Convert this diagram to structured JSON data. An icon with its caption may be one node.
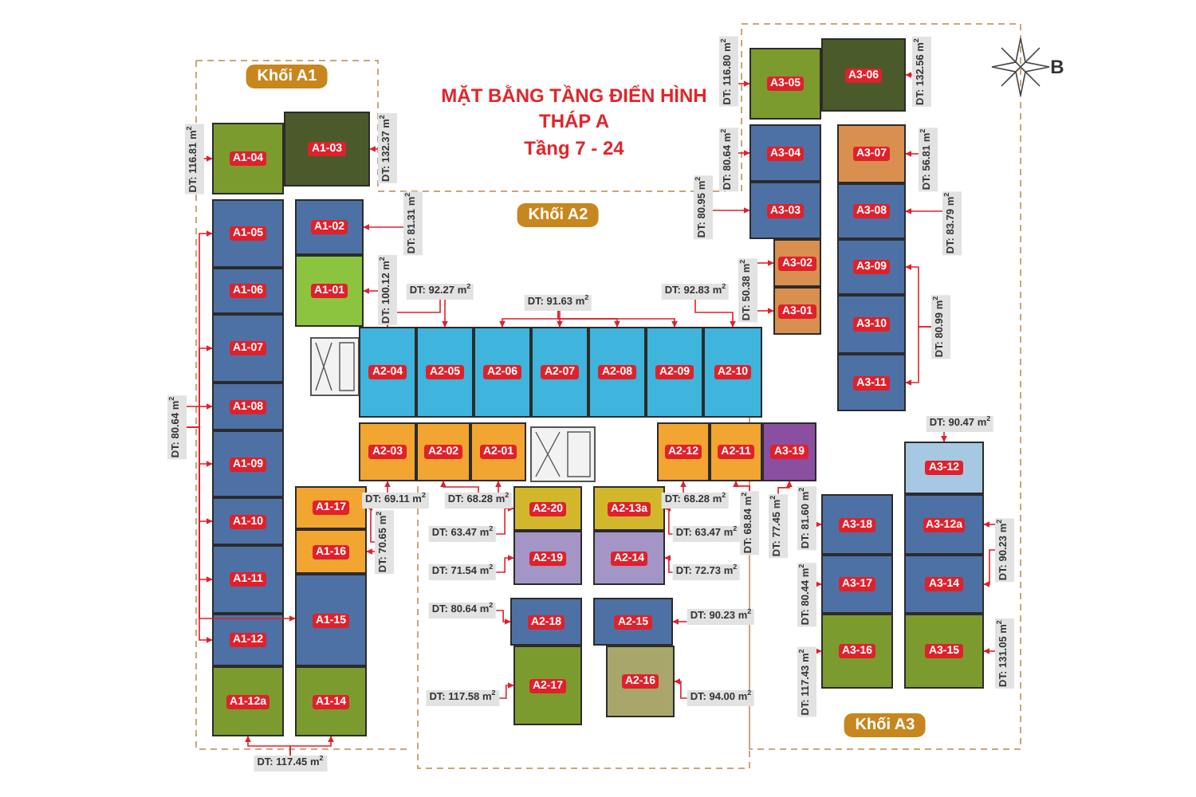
{
  "diagram": {
    "title": "MẶT BẰNG TẦNG ĐIỂN HÌNH THÁP A",
    "nodes": [
      {
        "text": [
          "A1-04"
        ]
      },
      {
        "text": [
          "A1-03"
        ]
      },
      {
        "text": [
          "A1-05"
        ]
      },
      {
        "text": [
          "A1-02"
        ]
      },
      {
        "text": [
          "A1-06"
        ]
      },
      {
        "text": [
          "A1-01"
        ]
      },
      {
        "text": [
          "A1-07"
        ]
      },
      {
        "text": [
          "A1-08"
        ]
      },
      {
        "text": [
          "A1-09"
        ]
      },
      {
        "text": [
          "A1-17"
        ]
      },
      {
        "text": [
          "A1-10"
        ]
      },
      {
        "text": [
          "A1-16"
        ]
      },
      {
        "text": [
          "A1-11"
        ]
      },
      {
        "text": [
          "A1-12"
        ]
      },
      {
        "text": [
          "A1-15"
        ]
      },
      {
        "text": [
          "A1-12a"
        ]
      },
      {
        "text": [
          "A1-14"
        ]
      },
      {
        "text": [
          "DT: 116.81 m$^{2}$"
        ]
      },
      {
        "text": [
          "DT: 132.37 m$^{2}$"
        ]
      },
      {
        "text": [
          "DT: 81.31 m$^{2}$"
        ]
      },
      {
        "text": [
          "DT: 100.12 m$^{2}$"
        ]
      },
      {
        "text": [
          "DT: 80.64 m$^{2}$"
        ]
      },
      {
        "text": [
          "DT: 70.65 m$^{2}$"
        ]
      },
      {
        "text": [
          "DT: 117.45 m$^{2}$"
        ]
      },
      {
        "text": [
          "A2-04"
        ]
      },
      {
        "text": [
          "A2-05"
        ]
      },
      {
        "text": [
          "A2-06"
        ]
      },
      {
        "text": [
          "A2-07"
        ]
      },
      {
        "text": [
          "A2-08"
        ]
      },
      {
        "text": [
          "A2-09"
        ]
      },
      {
        "text": [
          "A2-10"
        ]
      },
      {
        "text": [
          "DT: 92.27 m$^{2}$"
        ]
      },
      {
        "text": [
          "DT: 91.63 m$^{2}$"
        ]
      },
      {
        "text": [
          "DT: 92.83 m$^{2}$"
        ]
      },
      {
        "text": [
          "A2-03"
        ]
      },
      {
        "text": [
          "A2-02"
        ]
      },
      {
        "text": [
          "A2-01"
        ]
      },
      {
        "text": [
          "A2-12"
        ]
      },
      {
        "text": [
          "A2-11"
        ]
      },
      {
        "text": [
          "A3-19"
        ]
      },
      {
        "text": [
          "DT: 69.11 m$^{2}$"
        ]
      },
      {
        "text": [
          "DT: 68.28 m$^{2}$"
        ]
      },
      {
        "text": [
          "DT: 68.28 m$^{2}$"
        ]
      },
      {
        "text": [
          "DT: 68.84 m$^{2}$"
        ]
      },
      {
        "text": [
          "DT: 77.45 m$^{2}$"
        ]
      },
      {
        "text": [
          "A2-20"
        ]
      },
      {
        "text": [
          "A2-13a"
        ]
      },
      {
        "text": [
          "A2-19"
        ]
      },
      {
        "text": [
          "A2-14"
        ]
      },
      {
        "text": [
          "A2-18"
        ]
      },
      {
        "text": [
          "A2-15"
        ]
      },
      {
        "text": [
          "A2-17"
        ]
      },
      {
        "text": [
          "A2-16"
        ]
      },
      {
        "text": [
          "DT: 63.47 m$^{2}$"
        ]
      },
      {
        "text": [
          "DT: 63.47 m$^{2}$"
        ]
      },
      {
        "text": [
          "DT: 71.54 m$^{2}$"
        ]
      },
      {
        "text": [
          "DT: 72.73 m$^{2}$"
        ]
      },
      {
        "text": [
          "DT: 80.64 m$^{2}$"
        ]
      },
      {
        "text": [
          "DT: 90.23 m$^{2}$"
        ]
      },
      {
        "text": [
          "DT: 117.58 m$^{2}$"
        ]
      },
      {
        "text": [
          "DT: 94.00 m$^{2}$"
        ]
      },
      {
        "text": [
          "A3-05"
        ]
      },
      {
        "text": [
          "A3-06"
        ]
      },
      {
        "text": [
          "A3-04"
        ]
      },
      {
        "text": [
          "A3-07"
        ]
      },
      {
        "text": [
          "A3-03"
        ]
      },
      {
        "text": [
          "A3-08"
        ]
      },
      {
        "text": [
          "A3-02"
        ]
      },
      {
        "text": [
          "A3-09"
        ]
      },
      {
        "text": [
          "A3-01"
        ]
      },
      {
        "text": [
          "A3-10"
        ]
      },
      {
        "text": [
          "A3-11"
        ]
      },
      {
        "text": [
          "DT: 116.80 m$^{2}$"
        ]
      },
      {
        "text": [
          "DT: 132.56 m$^{2}$"
        ]
      },
      {
        "text": [
          "DT: 80.64 m$^{2}$"
        ]
      },
      {
        "text": [
          "DT: 56.81 m$^{2}$"
        ]
      },
      {
        "text": [
          "DT: 80.95 m$^{2}$"
        ]
      },
      {
        "text": [
          "DT: 83.79 m$^{2}$"
        ]
      },
      {
        "text": [
          "DT: 50.38 m$^{2}$"
        ]
      },
      {
        "text": [
          "DT: 80.99 m$^{2}$"
        ]
      },
      {
        "text": [
          "A3-12"
        ]
      },
      {
        "text": [
          "A3-18"
        ]
      },
      {
        "text": [
          "A3-12a"
        ]
      },
      {
        "text": [
          "A3-17"
        ]
      },
      {
        "text": [
          "A3-14"
        ]
      },
      {
        "text": [
          "A3-16"
        ]
      },
      {
        "text": [
          "A3-15"
        ]
      },
      {
        "text": [
          "DT: 90.47 m$^{2}$"
        ]
      },
      {
        "text": [
          "DT: 81.60 m$^{2}$"
        ]
      },
      {
        "text": [
          "DT: 80.44 m$^{2}$"
        ]
      },
      {
        "text": [
          "DT: 117.43 m$^{2}$"
        ]
      },
      {
        "text": [
          "DT: 90.23 m$^{2}$"
        ]
      },
      {
        "text": [
          "DT: 131.05 m$^{2}$"
        ]
      }
    ],
    "edges": [
      {
        "from": 17,
        "to": 0,
        "arrow": "to"
      },
      {
        "from": 18,
        "to": 1,
        "arrow": "to"
      },
      {
        "from": 19,
        "to": 3,
        "arrow": "to"
      },
      {
        "from": 20,
        "to": 5,
        "arrow": "to"
      },
      {
        "from": 21,
        "to": 2,
        "arrow": "to"
      },
      {
        "from": 21,
        "to": 6,
        "arrow": "to"
      },
      {
        "from": 21,
        "to": 7,
        "arrow": "to"
      },
      {
        "from": 21,
        "to": 8,
        "arrow": "to"
      },
      {
        "from": 21,
        "to": 10,
        "arrow": "to"
      },
      {
        "from": 21,
        "to": 12,
        "arrow": "to"
      },
      {
        "from": 21,
        "to": 13,
        "arrow": "to"
      },
      {
        "from": 21,
        "to": 14,
        "arrow": "to"
      },
      {
        "from": 22,
        "to": 9,
        "arrow": "to"
      },
      {
        "from": 22,
        "to": 11,
        "arrow": "to"
      },
      {
        "from": 23,
        "to": 15,
        "arrow": "to"
      },
      {
        "from": 23,
        "to": 16,
        "arrow": "to"
      },
      {
        "from": 31,
        "to": 24,
        "arrow": "to"
      },
      {
        "from": 31,
        "to": 25,
        "arrow": "to"
      },
      {
        "from": 32,
        "to": 26,
        "arrow": "to"
      },
      {
        "from": 32,
        "to": 27,
        "arrow": "to"
      },
      {
        "from": 32,
        "to": 28,
        "arrow": "to"
      },
      {
        "from": 32,
        "to": 29,
        "arrow": "to"
      },
      {
        "from": 33,
        "to": 30,
        "arrow": "to"
      },
      {
        "from": 40,
        "to": 34,
        "arrow": "to"
      },
      {
        "from": 41,
        "to": 35,
        "arrow": "to"
      },
      {
        "from": 41,
        "to": 36,
        "arrow": "to"
      },
      {
        "from": 42,
        "to": 37,
        "arrow": "to"
      },
      {
        "from": 43,
        "to": 38,
        "arrow": "to"
      },
      {
        "from": 44,
        "to": 39,
        "arrow": "to"
      },
      {
        "from": 53,
        "to": 45,
        "arrow": "to"
      },
      {
        "from": 54,
        "to": 46,
        "arrow": "to"
      },
      {
        "from": 55,
        "to": 47,
        "arrow": "to"
      },
      {
        "from": 56,
        "to": 48,
        "arrow": "to"
      },
      {
        "from": 57,
        "to": 49,
        "arrow": "to"
      },
      {
        "from": 58,
        "to": 50,
        "arrow": "to"
      },
      {
        "from": 59,
        "to": 51,
        "arrow": "to"
      },
      {
        "from": 60,
        "to": 52,
        "arrow": "to"
      },
      {
        "from": 72,
        "to": 61,
        "arrow": "to"
      },
      {
        "from": 73,
        "to": 62,
        "arrow": "to"
      },
      {
        "from": 74,
        "to": 63,
        "arrow": "to"
      },
      {
        "from": 75,
        "to": 64,
        "arrow": "to"
      },
      {
        "from": 76,
        "to": 65,
        "arrow": "to"
      },
      {
        "from": 77,
        "to": 66,
        "arrow": "to"
      },
      {
        "from": 78,
        "to": 67,
        "arrow": "to"
      },
      {
        "from": 78,
        "to": 69,
        "arrow": "to"
      },
      {
        "from": 79,
        "to": 68,
        "arrow": "to"
      },
      {
        "from": 79,
        "to": 71,
        "arrow": "to"
      },
      {
        "from": 87,
        "to": 80,
        "arrow": "to"
      },
      {
        "from": 88,
        "to": 81,
        "arrow": "to"
      },
      {
        "from": 89,
        "to": 83,
        "arrow": "to"
      },
      {
        "from": 90,
        "to": 85,
        "arrow": "to"
      },
      {
        "from": 91,
        "to": 82,
        "arrow": "to"
      },
      {
        "from": 91,
        "to": 84,
        "arrow": "to"
      },
      {
        "from": 92,
        "to": 86,
        "arrow": "to"
      }
    ],
    "labels": [
      "Tầng 7 - 24",
      "B",
      "Khối A1",
      "Khối A2",
      "Khối A3"
    ]
  }
}
